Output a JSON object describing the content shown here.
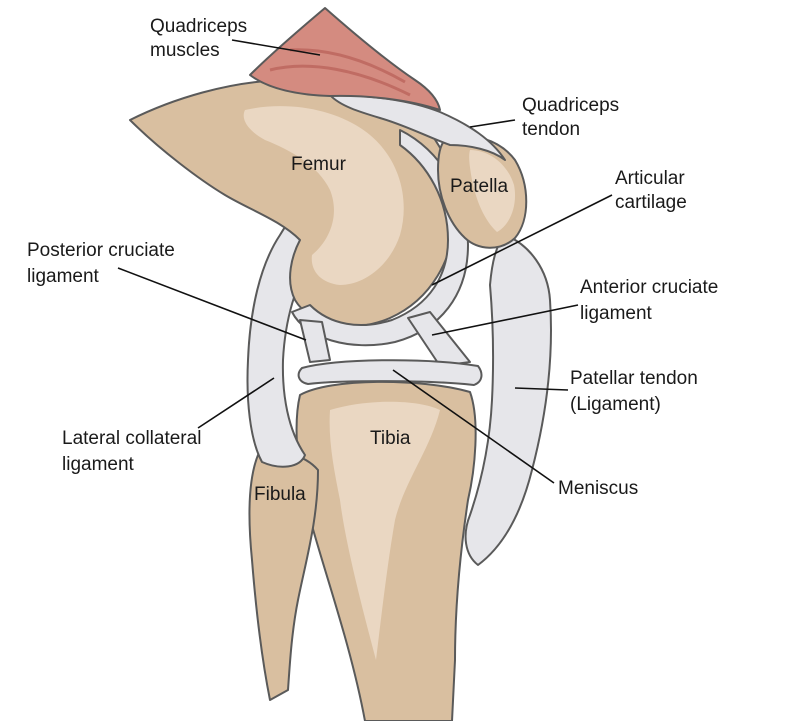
{
  "colors": {
    "bone": "#d9bfa0",
    "bone_light": "#ead7c2",
    "bone_shadow": "#b69677",
    "muscle": "#d48b80",
    "muscle_dark": "#c06c63",
    "ligament": "#e6e6ea",
    "ligament_shade": "#c9c9d1",
    "outline": "#5a5a5a"
  },
  "labels": {
    "quadriceps_muscles": [
      "Quadriceps",
      "muscles"
    ],
    "quadriceps_tendon": [
      "Quadriceps",
      "tendon"
    ],
    "femur": "Femur",
    "patella": "Patella",
    "articular_cartilage": [
      "Articular",
      "cartilage"
    ],
    "posterior_cruciate": [
      "Posterior cruciate",
      "ligament"
    ],
    "anterior_cruciate": [
      "Anterior cruciate",
      "ligament"
    ],
    "patellar_tendon": [
      "Patellar tendon",
      "(Ligament)"
    ],
    "lateral_collateral": [
      "Lateral collateral",
      "ligament"
    ],
    "tibia": "Tibia",
    "meniscus": "Meniscus",
    "fibula": "Fibula"
  }
}
